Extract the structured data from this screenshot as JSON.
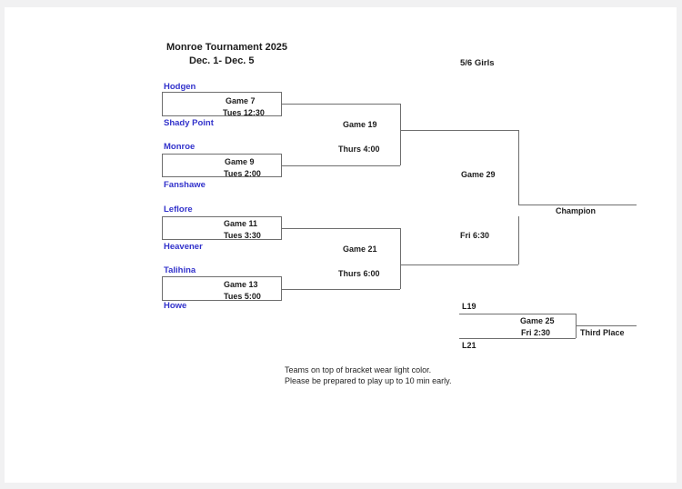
{
  "document": {
    "title": "Monroe Tournament 2025",
    "date_range": "Dec. 1- Dec. 5",
    "division": "5/6 Girls",
    "notes": [
      "Teams on top of bracket wear light color.",
      "Please be prepared to play up to 10 min early."
    ]
  },
  "bracket": {
    "round1": [
      {
        "team_top": "Hodgen",
        "team_bottom": "Shady Point",
        "game": "Game 7",
        "time": "Tues 12:30"
      },
      {
        "team_top": "Monroe",
        "team_bottom": "Fanshawe",
        "game": "Game 9",
        "time": "Tues 2:00"
      },
      {
        "team_top": "Leflore",
        "team_bottom": "Heavener",
        "game": "Game 11",
        "time": "Tues 3:30"
      },
      {
        "team_top": "Talihina",
        "team_bottom": "Howe",
        "game": "Game 13",
        "time": "Tues 5:00"
      }
    ],
    "semifinals": [
      {
        "game": "Game 19",
        "time": "Thurs 4:00"
      },
      {
        "game": "Game 21",
        "time": "Thurs 6:00"
      }
    ],
    "championship": {
      "game": "Game 29",
      "time": "Fri 6:30",
      "winner_label": "Champion"
    },
    "consolation": {
      "top_seed": "L19",
      "bottom_seed": "L21",
      "game": "Game 25",
      "time": "Fri 2:30",
      "winner_label": "Third Place"
    }
  },
  "colors": {
    "team_name": "#3232cb",
    "bracket_line": "#6e6e6e",
    "heading_text": "#1c1c1c",
    "canvas_background": "#f1f1f2",
    "page_background": "#ffffff"
  }
}
